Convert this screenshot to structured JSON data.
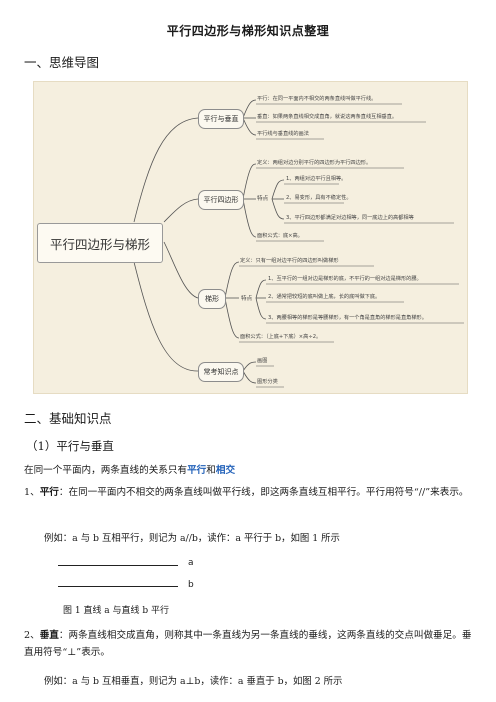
{
  "doc": {
    "title": "平行四边形与梯形知识点整理",
    "section1": "一、思维导图",
    "section2": "二、基础知识点",
    "sub1": "（1）平行与垂直",
    "intro_prefix": "在同一个平面内，两条直线的关系只有",
    "intro_kw1": "平行",
    "intro_and": "和",
    "intro_kw2": "相交",
    "p1_num": "1、",
    "p1_kw": "平行",
    "p1_text": "：在同一平面内不相交的两条直线叫做平行线，即这两条直线互相平行。平行用符号“//”来表示。",
    "ex1": "例如：a 与 b 互相平行，则记为 a//b，读作：a 平行于 b，如图 1 所示",
    "line_a": "a",
    "line_b": "b",
    "fig1": "图 1  直线 a 与直线 b 平行",
    "p2_num": "2、",
    "p2_kw": "垂直",
    "p2_text": "：两条直线相交成直角，则称其中一条直线为另一条直线的垂线，这两条直线的交点叫做垂足。垂直用符号“⊥”表示。",
    "ex2": "例如：a 与 b 互相垂直，则记为 a⊥b，读作：a 垂直于 b，如图 2 所示"
  },
  "mindmap": {
    "center": "平行四边形与梯形",
    "branches": [
      {
        "label": "平行与垂直",
        "leaves": [
          "平行：在同一平面内不相交的两条直线叫做平行线。",
          "垂直：如果两条直线相交成直角，就说这两条直线互相垂直。",
          "平行线与垂直线的画法"
        ]
      },
      {
        "label": "平行四边形",
        "definition": "定义：两组对边分别平行的四边形为平行四边形。",
        "feature_tag": "特点",
        "features": [
          "1、两组对边平行且相等。",
          "2、易变形，具有不稳定性。",
          "3、平行四边形都满足对边相等，同一底边上的高都相等"
        ],
        "formula": "面积公式：底×高。"
      },
      {
        "label": "梯形",
        "definition": "定义：只有一组对边平行的四边形叫做梯形",
        "feature_tag": "特点",
        "features": [
          "1、互平行的一组对边是梯形的底，不平行的一组对边是梯形的腰。",
          "2、通常把较短的底叫做上底，长的底叫做下底。",
          "3、两腰相等的梯形是等腰梯形，有一个角是直角的梯形是直角梯形。"
        ],
        "formula": "面积公式：（上底+下底）×高÷2。"
      },
      {
        "label": "常考知识点",
        "leaves": [
          "画图",
          "图形分类"
        ]
      }
    ]
  }
}
